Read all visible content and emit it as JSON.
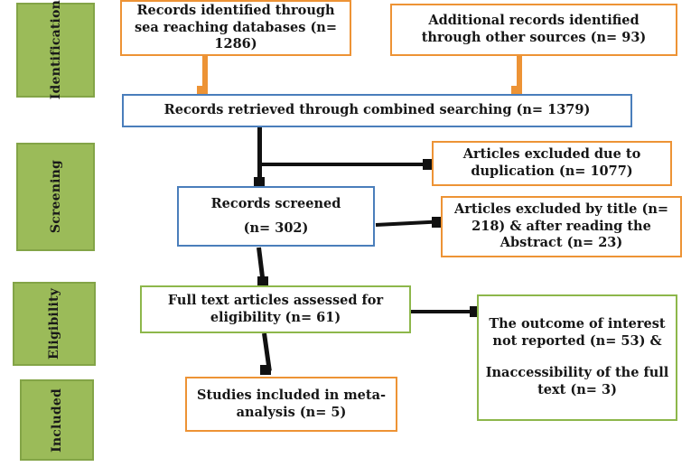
{
  "diagram": {
    "title": "PRISMA study selection flow diagram",
    "colors": {
      "stage_fill": "#9bbb59",
      "stage_border": "#83a447",
      "orange": "#ed9335",
      "blue": "#4a7ebb",
      "green": "#8db74b",
      "arrow_black": "#111111"
    }
  },
  "stages": [
    {
      "id": "identification",
      "label": "Identification"
    },
    {
      "id": "screening",
      "label": "Screening"
    },
    {
      "id": "eligibility",
      "label": "Eligibility"
    },
    {
      "id": "included",
      "label": "Included"
    }
  ],
  "nodes": {
    "records_identified": {
      "label": "Records identified through sea reaching databases (n= 1286)",
      "n": 1286,
      "border": "orange"
    },
    "additional_records": {
      "label": "Additional records identified through other sources (n= 93)",
      "n": 93,
      "border": "orange"
    },
    "records_retrieved": {
      "label": "Records retrieved through combined searching (n= 1379)",
      "n": 1379,
      "border": "blue"
    },
    "excluded_duplication": {
      "label": "Articles excluded due to duplication (n= 1077)",
      "n": 1077,
      "border": "orange"
    },
    "records_screened": {
      "label_line1": "Records screened",
      "label_line2": "(n= 302)",
      "n": 302,
      "border": "blue"
    },
    "excluded_title": {
      "label": "Articles excluded by title (n= 218) & after reading the Abstract (n= 23)",
      "n_title": 218,
      "n_abstract": 23,
      "border": "orange"
    },
    "full_text_assessed": {
      "label": "Full text articles assessed for eligibility (n= 61)",
      "n": 61,
      "border": "green"
    },
    "outcome_not_reported": {
      "label_line1": "The outcome of interest not reported (n= 53) &",
      "label_line2": "Inaccessibility of the full text (n= 3)",
      "n_outcome": 53,
      "n_inaccessible": 3,
      "border": "green"
    },
    "studies_included": {
      "label": "Studies included in meta-analysis (n= 5)",
      "n": 5,
      "border": "orange"
    }
  },
  "connectors": [
    {
      "id": "identified-to-retrieved",
      "from": "records_identified",
      "to": "records_retrieved",
      "color": "orange",
      "direction": "down"
    },
    {
      "id": "additional-to-retrieved",
      "from": "additional_records",
      "to": "records_retrieved",
      "color": "orange",
      "direction": "down"
    },
    {
      "id": "retrieved-to-screened",
      "from": "records_retrieved",
      "to": "records_screened",
      "color": "black",
      "direction": "down"
    },
    {
      "id": "retrieved-to-duplication",
      "from": "records_retrieved",
      "to": "excluded_duplication",
      "color": "black",
      "direction": "right"
    },
    {
      "id": "screened-to-fulltext",
      "from": "records_screened",
      "to": "full_text_assessed",
      "color": "black",
      "direction": "down"
    },
    {
      "id": "screened-to-title",
      "from": "records_screened",
      "to": "excluded_title",
      "color": "black",
      "direction": "right"
    },
    {
      "id": "fulltext-to-included",
      "from": "full_text_assessed",
      "to": "studies_included",
      "color": "black",
      "direction": "down"
    },
    {
      "id": "fulltext-to-outcome",
      "from": "full_text_assessed",
      "to": "outcome_not_reported",
      "color": "black",
      "direction": "right"
    }
  ]
}
